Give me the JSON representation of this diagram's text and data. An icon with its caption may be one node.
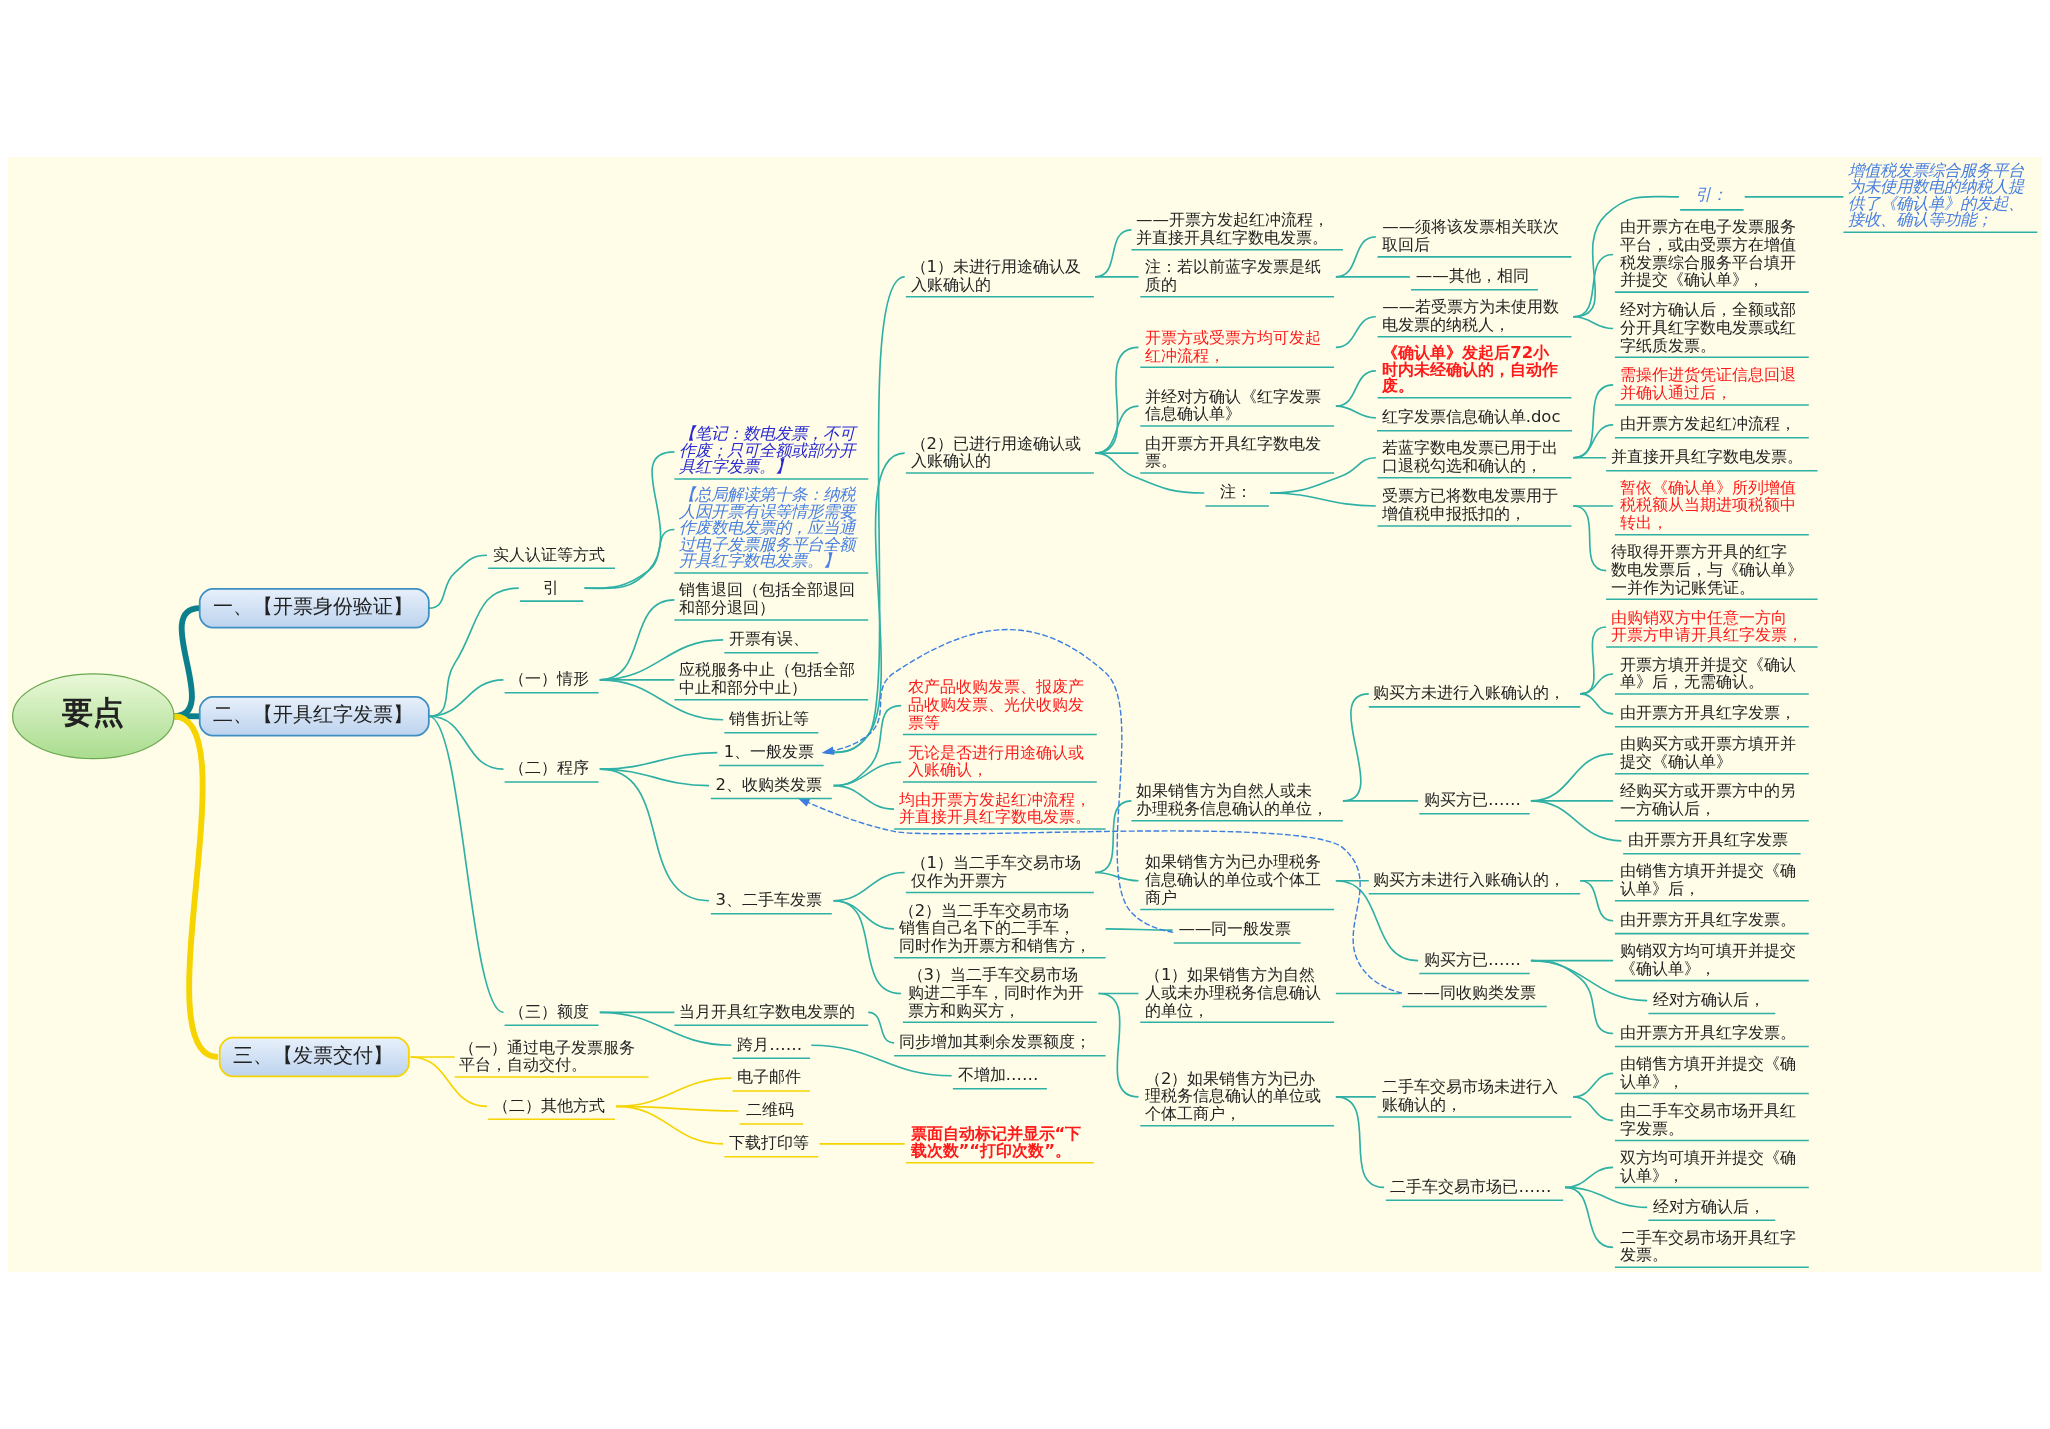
{
  "diagram": {
    "nodes": [
      {
        "text": [
          "要点"
        ]
      },
      {
        "text": [
          "一、【开票身份验证】"
        ]
      },
      {
        "text": [
          "实人认证等方式"
        ]
      },
      {
        "text": [
          "二、【开具红字发票】"
        ]
      },
      {
        "text": [
          "引"
        ]
      },
      {
        "text": [
          "【笔记：数电发票，不可作废；只可全额或部分开具红字发票。】"
        ]
      },
      {
        "text": [
          "【总局解读第十条：纳税人因开票有误等情形需要作废数电发票的，应当通过电子发票服务平台全额开具红字数电发票。】"
        ]
      },
      {
        "text": [
          "（一）情形"
        ]
      },
      {
        "text": [
          "销售退回（包括全部退回和部分退回）"
        ]
      },
      {
        "text": [
          "开票有误、"
        ]
      },
      {
        "text": [
          "应税服务中止（包括全部中止和部分中止）"
        ]
      },
      {
        "text": [
          "销售折让等"
        ]
      },
      {
        "text": [
          "（二）程序"
        ]
      },
      {
        "text": [
          "1、一般发票"
        ]
      },
      {
        "text": [
          "（1）未进行用途确认及入账确认的"
        ]
      },
      {
        "text": [
          "——开票方发起红冲流程，并直接开具红字数电发票。"
        ]
      },
      {
        "text": [
          "注：若以前蓝字发票是纸质的"
        ]
      },
      {
        "text": [
          "——须将该发票相关联次取回后"
        ]
      },
      {
        "text": [
          "——其他，相同"
        ]
      },
      {
        "text": [
          "（2）已进行用途确认或入账确认的"
        ]
      },
      {
        "text": [
          "开票方或受票方均可发起红冲流程，"
        ]
      },
      {
        "text": [
          "——若受票方为未使用数电发票的纳税人，"
        ]
      },
      {
        "text": [
          "引："
        ]
      },
      {
        "text": [
          "增值税发票综合服务平台为未使用数电的纳税人提供了《确认单》的发起、接收、确认等功能；"
        ]
      },
      {
        "text": [
          "由开票方在电子发票服务平台，或由受票方在增值税发票综合服务平台填开并提交《确认单》，"
        ]
      },
      {
        "text": [
          "经对方确认后，全额或部分开具红字数电发票或红字纸质发票。"
        ]
      },
      {
        "text": [
          "并经对方确认《红字发票信息确认单》"
        ]
      },
      {
        "text": [
          "《确认单》发起后72小时内未经确认的，自动作废。"
        ]
      },
      {
        "text": [
          "红字发票信息确认单.doc"
        ]
      },
      {
        "text": [
          "由开票方开具红字数电发票。"
        ]
      },
      {
        "text": [
          "注："
        ]
      },
      {
        "text": [
          "若蓝字数电发票已用于出口退税勾选和确认的，"
        ]
      },
      {
        "text": [
          "需操作进货凭证信息回退并确认通过后，"
        ]
      },
      {
        "text": [
          "由开票方发起红冲流程，"
        ]
      },
      {
        "text": [
          "并直接开具红字数电发票。"
        ]
      },
      {
        "text": [
          "受票方已将数电发票用于增值税申报抵扣的，"
        ]
      },
      {
        "text": [
          "暂依《确认单》所列增值税税额从当期进项税额中转出，"
        ]
      },
      {
        "text": [
          "待取得开票方开具的红字数电发票后，与《确认单》一并作为记账凭证。"
        ]
      },
      {
        "text": [
          "2、收购类发票"
        ]
      },
      {
        "text": [
          "农产品收购发票、报废产品收购发票、光伏收购发票等"
        ]
      },
      {
        "text": [
          "无论是否进行用途确认或入账确认，"
        ]
      },
      {
        "text": [
          "均由开票方发起红冲流程，并直接开具红字数电发票。"
        ]
      },
      {
        "text": [
          "3、二手车发票"
        ]
      },
      {
        "text": [
          "（1）当二手车交易市场仅作为开票方"
        ]
      },
      {
        "text": [
          "如果销售方为自然人或未办理税务信息确认的单位，"
        ]
      },
      {
        "text": [
          "购买方未进行入账确认的，"
        ]
      },
      {
        "text": [
          "由购销双方中任意一方向开票方申请开具红字发票，"
        ]
      },
      {
        "text": [
          "开票方填开并提交《确认单》后，无需确认。"
        ]
      },
      {
        "text": [
          "由开票方开具红字发票，"
        ]
      },
      {
        "text": [
          "购买方已……"
        ]
      },
      {
        "text": [
          "由购买方或开票方填开并提交《确认单》"
        ]
      },
      {
        "text": [
          "经购买方或开票方中的另一方确认后，"
        ]
      },
      {
        "text": [
          "由开票方开具红字发票"
        ]
      },
      {
        "text": [
          "如果销售方为已办理税务信息确认的单位或个体工商户"
        ]
      },
      {
        "text": [
          "购买方未进行入账确认的，"
        ]
      },
      {
        "text": [
          "由销售方填开并提交《确认单》后，"
        ]
      },
      {
        "text": [
          "由开票方开具红字发票。"
        ]
      },
      {
        "text": [
          "购买方已……"
        ]
      },
      {
        "text": [
          "购销双方均可填开并提交《确认单》，"
        ]
      },
      {
        "text": [
          "经对方确认后，"
        ]
      },
      {
        "text": [
          "由开票方开具红字发票。"
        ]
      },
      {
        "text": [
          "（2）当二手车交易市场销售自己名下的二手车，同时作为开票方和销售方，"
        ]
      },
      {
        "text": [
          "——同一般发票"
        ]
      },
      {
        "text": [
          "（3）当二手车交易市场购进二手车，同时作为开票方和购买方，"
        ]
      },
      {
        "text": [
          "（1）如果销售方为自然人或未办理税务信息确认的单位，"
        ]
      },
      {
        "text": [
          "——同收购类发票"
        ]
      },
      {
        "text": [
          "（2）如果销售方为已办理税务信息确认的单位或个体工商户，"
        ]
      },
      {
        "text": [
          "二手车交易市场未进行入账确认的，"
        ]
      },
      {
        "text": [
          "由销售方填开并提交《确认单》，"
        ]
      },
      {
        "text": [
          "由二手车交易市场开具红字发票。"
        ]
      },
      {
        "text": [
          "二手车交易市场已……"
        ]
      },
      {
        "text": [
          "双方均可填开并提交《确认单》，"
        ]
      },
      {
        "text": [
          "经对方确认后，"
        ]
      },
      {
        "text": [
          "二手车交易市场开具红字发票。"
        ]
      },
      {
        "text": [
          "（三）额度"
        ]
      },
      {
        "text": [
          "当月开具红字数电发票的"
        ]
      },
      {
        "text": [
          "同步增加其剩余发票额度；"
        ]
      },
      {
        "text": [
          "跨月……"
        ]
      },
      {
        "text": [
          "不增加……"
        ]
      },
      {
        "text": [
          "三、【发票交付】"
        ]
      },
      {
        "text": [
          "（一）通过电子发票服务平台，自动交付。"
        ]
      },
      {
        "text": [
          "（二）其他方式"
        ]
      },
      {
        "text": [
          "电子邮件"
        ]
      },
      {
        "text": [
          "二维码"
        ]
      },
      {
        "text": [
          "下载打印等"
        ]
      },
      {
        "text": [
          "票面自动标记并显示“下载次数”“打印次数”。"
        ]
      }
    ],
    "edges": [
      {
        "from": 0,
        "to": 1,
        "arrow": "none",
        "style": "thick",
        "color": "#0b7f8c"
      },
      {
        "from": 1,
        "to": 2,
        "arrow": "none"
      },
      {
        "from": 0,
        "to": 3,
        "arrow": "none",
        "style": "thick",
        "color": "#0b7f8c"
      },
      {
        "from": 3,
        "to": 4,
        "arrow": "none"
      },
      {
        "from": 4,
        "to": 5,
        "arrow": "none"
      },
      {
        "from": 4,
        "to": 6,
        "arrow": "none"
      },
      {
        "from": 3,
        "to": 7,
        "arrow": "none"
      },
      {
        "from": 7,
        "to": 8,
        "arrow": "none"
      },
      {
        "from": 7,
        "to": 9,
        "arrow": "none"
      },
      {
        "from": 7,
        "to": 10,
        "arrow": "none"
      },
      {
        "from": 7,
        "to": 11,
        "arrow": "none"
      },
      {
        "from": 3,
        "to": 12,
        "arrow": "none"
      },
      {
        "from": 12,
        "to": 13,
        "arrow": "none"
      },
      {
        "from": 13,
        "to": 14,
        "arrow": "none"
      },
      {
        "from": 14,
        "to": 15,
        "arrow": "none"
      },
      {
        "from": 14,
        "to": 16,
        "arrow": "none"
      },
      {
        "from": 16,
        "to": 17,
        "arrow": "none"
      },
      {
        "from": 16,
        "to": 18,
        "arrow": "none"
      },
      {
        "from": 13,
        "to": 19,
        "arrow": "none"
      },
      {
        "from": 19,
        "to": 20,
        "arrow": "none"
      },
      {
        "from": 20,
        "to": 21,
        "arrow": "none"
      },
      {
        "from": 21,
        "to": 22,
        "arrow": "none"
      },
      {
        "from": 22,
        "to": 23,
        "arrow": "none"
      },
      {
        "from": 21,
        "to": 24,
        "arrow": "none"
      },
      {
        "from": 21,
        "to": 25,
        "arrow": "none"
      },
      {
        "from": 19,
        "to": 26,
        "arrow": "none"
      },
      {
        "from": 26,
        "to": 27,
        "arrow": "none"
      },
      {
        "from": 26,
        "to": 28,
        "arrow": "none"
      },
      {
        "from": 19,
        "to": 29,
        "arrow": "none"
      },
      {
        "from": 19,
        "to": 30,
        "arrow": "none"
      },
      {
        "from": 30,
        "to": 31,
        "arrow": "none"
      },
      {
        "from": 31,
        "to": 32,
        "arrow": "none"
      },
      {
        "from": 31,
        "to": 33,
        "arrow": "none"
      },
      {
        "from": 31,
        "to": 34,
        "arrow": "none"
      },
      {
        "from": 30,
        "to": 35,
        "arrow": "none"
      },
      {
        "from": 35,
        "to": 36,
        "arrow": "none"
      },
      {
        "from": 35,
        "to": 37,
        "arrow": "none"
      },
      {
        "from": 12,
        "to": 38,
        "arrow": "none"
      },
      {
        "from": 38,
        "to": 39,
        "arrow": "none"
      },
      {
        "from": 38,
        "to": 40,
        "arrow": "none"
      },
      {
        "from": 38,
        "to": 41,
        "arrow": "none"
      },
      {
        "from": 12,
        "to": 42,
        "arrow": "none"
      },
      {
        "from": 42,
        "to": 43,
        "arrow": "none"
      },
      {
        "from": 43,
        "to": 44,
        "arrow": "none"
      },
      {
        "from": 44,
        "to": 45,
        "arrow": "none"
      },
      {
        "from": 45,
        "to": 46,
        "arrow": "none"
      },
      {
        "from": 45,
        "to": 47,
        "arrow": "none"
      },
      {
        "from": 45,
        "to": 48,
        "arrow": "none"
      },
      {
        "from": 44,
        "to": 49,
        "arrow": "none"
      },
      {
        "from": 49,
        "to": 50,
        "arrow": "none"
      },
      {
        "from": 49,
        "to": 51,
        "arrow": "none"
      },
      {
        "from": 49,
        "to": 52,
        "arrow": "none"
      },
      {
        "from": 43,
        "to": 53,
        "arrow": "none"
      },
      {
        "from": 53,
        "to": 54,
        "arrow": "none"
      },
      {
        "from": 54,
        "to": 55,
        "arrow": "none"
      },
      {
        "from": 54,
        "to": 56,
        "arrow": "none"
      },
      {
        "from": 53,
        "to": 57,
        "arrow": "none"
      },
      {
        "from": 57,
        "to": 58,
        "arrow": "none"
      },
      {
        "from": 57,
        "to": 59,
        "arrow": "none"
      },
      {
        "from": 57,
        "to": 60,
        "arrow": "none"
      },
      {
        "from": 42,
        "to": 61,
        "arrow": "none"
      },
      {
        "from": 61,
        "to": 62,
        "arrow": "none"
      },
      {
        "from": 42,
        "to": 63,
        "arrow": "none"
      },
      {
        "from": 63,
        "to": 64,
        "arrow": "none"
      },
      {
        "from": 64,
        "to": 65,
        "arrow": "none"
      },
      {
        "from": 63,
        "to": 66,
        "arrow": "none"
      },
      {
        "from": 66,
        "to": 67,
        "arrow": "none"
      },
      {
        "from": 67,
        "to": 68,
        "arrow": "none"
      },
      {
        "from": 67,
        "to": 69,
        "arrow": "none"
      },
      {
        "from": 66,
        "to": 70,
        "arrow": "none"
      },
      {
        "from": 70,
        "to": 71,
        "arrow": "none"
      },
      {
        "from": 70,
        "to": 72,
        "arrow": "none"
      },
      {
        "from": 70,
        "to": 73,
        "arrow": "none"
      },
      {
        "from": 3,
        "to": 74,
        "arrow": "none"
      },
      {
        "from": 74,
        "to": 75,
        "arrow": "none"
      },
      {
        "from": 75,
        "to": 76,
        "arrow": "none"
      },
      {
        "from": 74,
        "to": 77,
        "arrow": "none"
      },
      {
        "from": 77,
        "to": 78,
        "arrow": "none"
      },
      {
        "from": 0,
        "to": 79,
        "arrow": "none",
        "style": "thick",
        "color": "#f5d400"
      },
      {
        "from": 79,
        "to": 80,
        "arrow": "none",
        "color": "#f5d400"
      },
      {
        "from": 79,
        "to": 81,
        "arrow": "none",
        "color": "#f5d400"
      },
      {
        "from": 81,
        "to": 82,
        "arrow": "none",
        "color": "#f5d400"
      },
      {
        "from": 81,
        "to": 83,
        "arrow": "none",
        "color": "#f5d400"
      },
      {
        "from": 81,
        "to": 84,
        "arrow": "none",
        "color": "#f5d400"
      },
      {
        "from": 84,
        "to": 85,
        "arrow": "none",
        "color": "#f5d400"
      },
      {
        "from": 62,
        "to": 13,
        "arrow": "to",
        "style": "dashed",
        "color": "#3b7de0"
      },
      {
        "from": 65,
        "to": 38,
        "arrow": "to",
        "style": "dashed",
        "color": "#3b7de0"
      }
    ]
  }
}
